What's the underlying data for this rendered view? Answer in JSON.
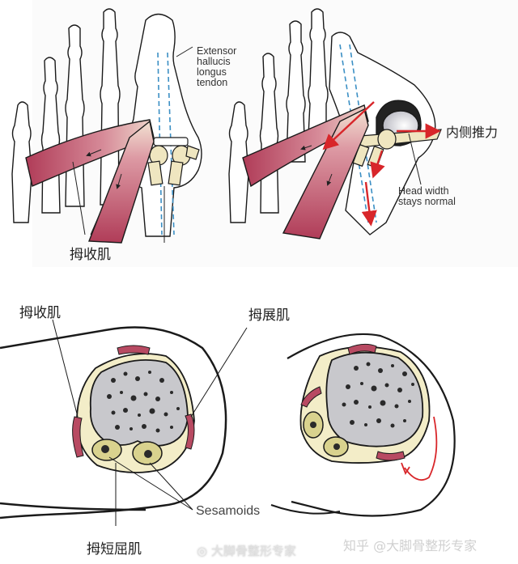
{
  "figure_top_left": {
    "label_tendon": [
      "Extensor",
      "hallucis",
      "longus",
      "tendon"
    ],
    "label_adductor": "拇收肌"
  },
  "figure_top_right": {
    "label_medial_push": "内侧推力",
    "label_head": [
      "Head width",
      "stays normal"
    ]
  },
  "figure_bottom_left": {
    "label_adductor": "拇收肌",
    "label_abductor": "拇展肌",
    "label_sesamoids": "Sesamoids",
    "label_flexor_brevis": "拇短屈肌"
  },
  "watermarks": {
    "weibo": "大脚骨整形专家",
    "zhihu": "知乎 @大脚骨整形专家"
  },
  "colors": {
    "muscle": "#b84a62",
    "bone_fill": "#ffffff",
    "cortex": "#f3edc8",
    "marrow": "#c8c8cc",
    "tendon_dash": "#3b8fc4",
    "arrow_red": "#d8262a",
    "outline": "#1a1a1a"
  }
}
